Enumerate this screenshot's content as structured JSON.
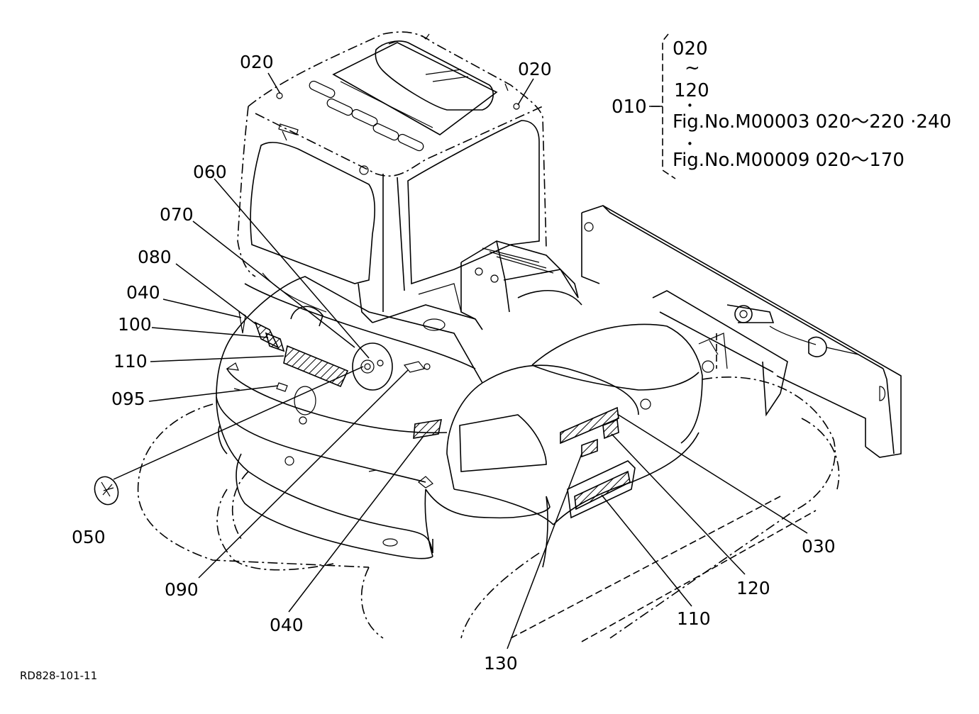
{
  "drawing_code": "RD828-101-11",
  "callouts": {
    "c020_left": "020",
    "c020_right": "020",
    "c060": "060",
    "c070": "070",
    "c080": "080",
    "c040_left": "040",
    "c100": "100",
    "c110_left": "110",
    "c095": "095",
    "c050": "050",
    "c090": "090",
    "c040_bottom": "040",
    "c130": "130",
    "c110_right": "110",
    "c120": "120",
    "c030": "030"
  },
  "set_reference": {
    "set_number": "010",
    "range_start": "020",
    "range_tilde": "~",
    "range_end": "120",
    "dot1": "•",
    "dot2": "•",
    "fig_a": "Fig.No.M00003  020～220 ·240",
    "fig_b": "Fig.No.M00009  020～170"
  }
}
